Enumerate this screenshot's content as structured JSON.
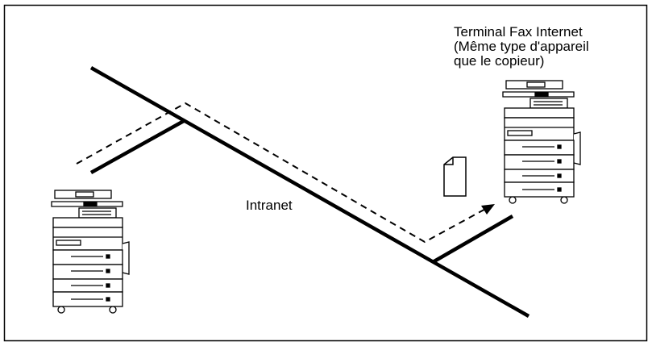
{
  "diagram": {
    "network_label": "Intranet",
    "destination_label_lines": [
      "Terminal Fax Internet",
      "(Même type d'appareil",
      "que le copieur)"
    ],
    "icons": {
      "sender": "copier-icon",
      "receiver": "copier-icon",
      "document": "document-icon"
    },
    "colors": {
      "line": "#000000",
      "background": "#ffffff"
    }
  }
}
